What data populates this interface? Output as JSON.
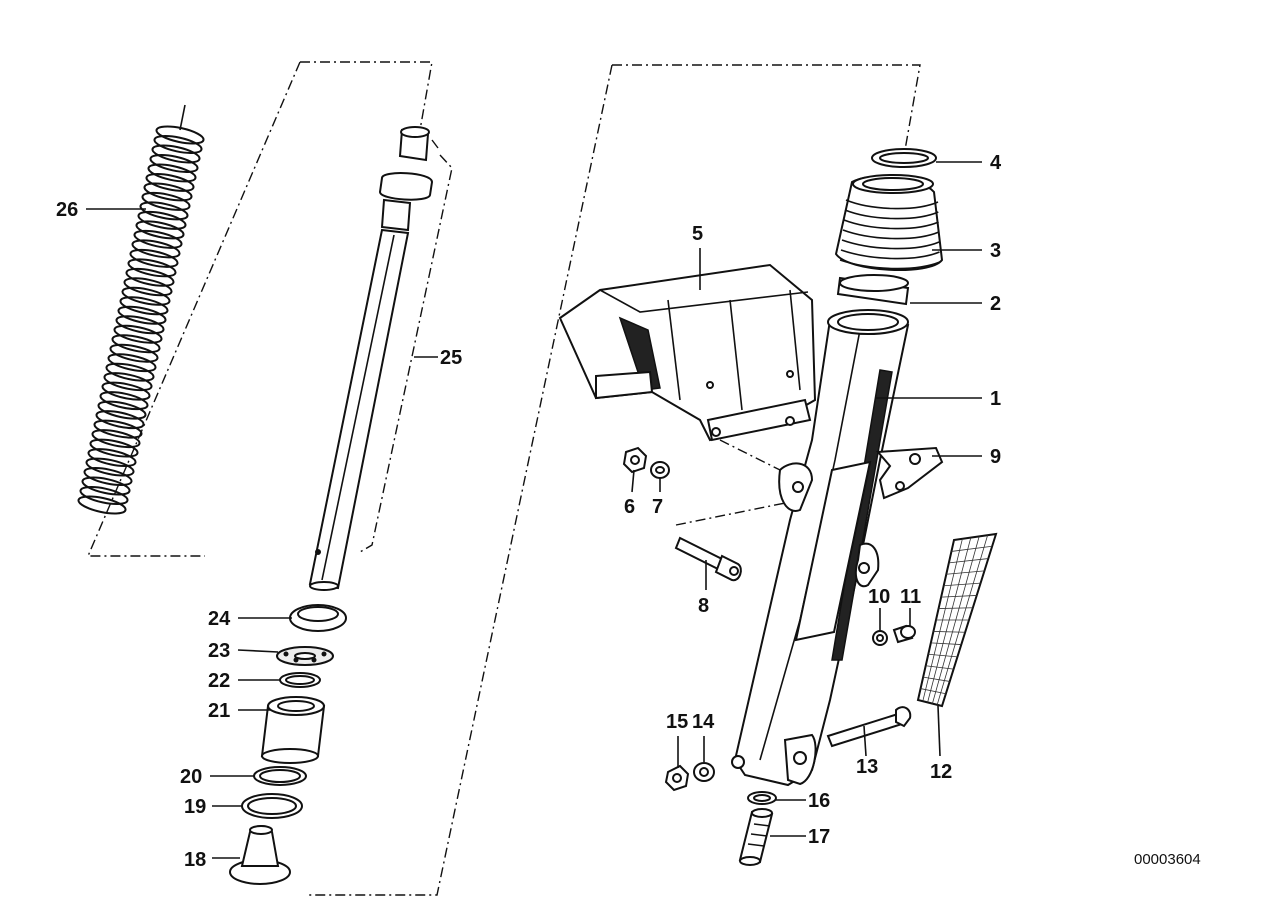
{
  "diagram": {
    "reference_number": "00003604",
    "callouts": [
      "1",
      "2",
      "3",
      "4",
      "5",
      "6",
      "7",
      "8",
      "9",
      "10",
      "11",
      "12",
      "13",
      "14",
      "15",
      "16",
      "17",
      "18",
      "19",
      "20",
      "21",
      "22",
      "23",
      "24",
      "25",
      "26"
    ]
  }
}
